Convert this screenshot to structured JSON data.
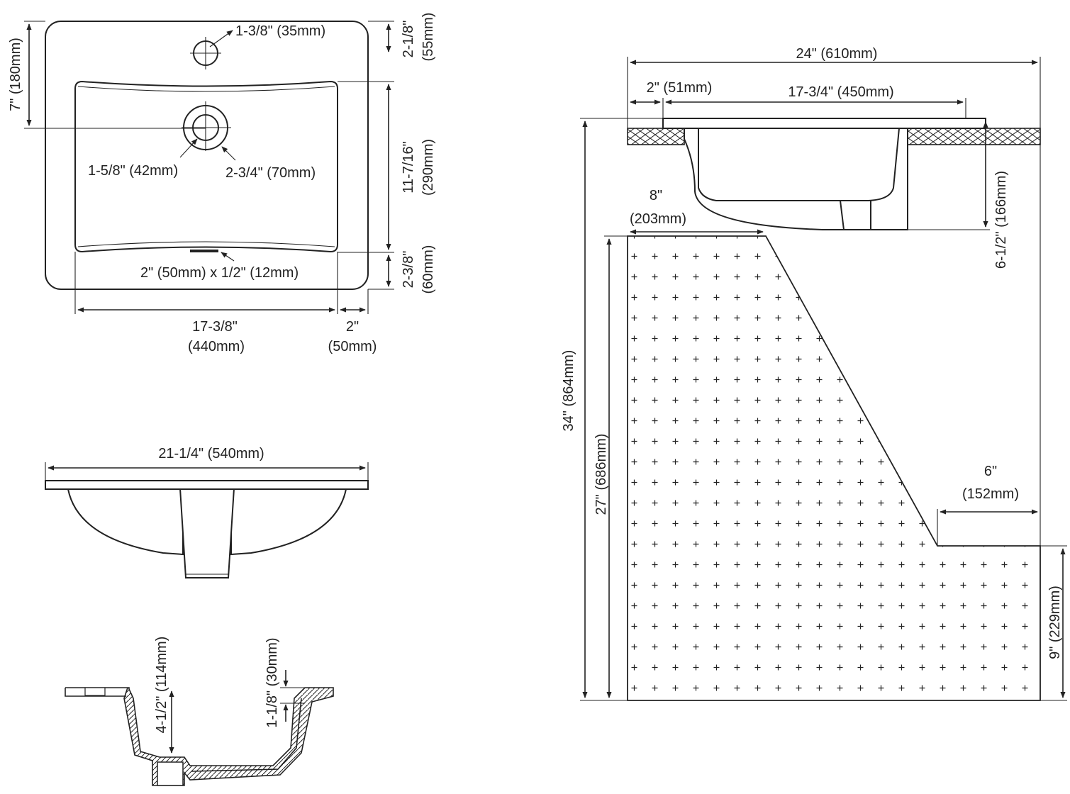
{
  "top_view": {
    "faucet_hole": "1-3/8\" (35mm)",
    "faucet_offset_in": "2-1/8\"",
    "faucet_offset_mm": "(55mm)",
    "drain_offset": "7\" (180mm)",
    "drain_inner": "1-5/8\" (42mm)",
    "drain_outer": "2-3/4\" (70mm)",
    "bowl_depth_in": "11-7/16\"",
    "bowl_depth_mm": "(290mm)",
    "overflow": "2\" (50mm) x 1/2\" (12mm)",
    "front_rim_in": "2-3/8\"",
    "front_rim_mm": "(60mm)",
    "bowl_width_in": "17-3/8\"",
    "bowl_width_mm": "(440mm)",
    "side_rim_in": "2\"",
    "side_rim_mm": "(50mm)"
  },
  "front_view": {
    "width": "21-1/4\" (540mm)"
  },
  "section_view": {
    "bowl_depth": "4-1/2\" (114mm)",
    "rim_height": "1-1/8\" (30mm)"
  },
  "install_view": {
    "counter_width": "24\" (610mm)",
    "setback": "2\" (51mm)",
    "cutout": "17-3/4\" (450mm)",
    "sink_depth": "6-1/2\" (166mm)",
    "cabinet_top_in": "8\"",
    "cabinet_top_mm": "(203mm)",
    "total_height": "34\" (864mm)",
    "cabinet_height": "27\" (686mm)",
    "toe_in": "6\"",
    "toe_mm": "(152mm)",
    "toe_height": "9\" (229mm)"
  }
}
